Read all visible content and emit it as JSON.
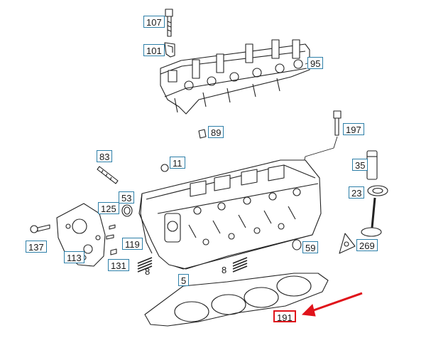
{
  "diagram": {
    "callouts": [
      {
        "id": "c107",
        "label": "107"
      },
      {
        "id": "c101",
        "label": "101"
      },
      {
        "id": "c95",
        "label": "95"
      },
      {
        "id": "c89",
        "label": "89"
      },
      {
        "id": "c197",
        "label": "197"
      },
      {
        "id": "c83",
        "label": "83"
      },
      {
        "id": "c11",
        "label": "11"
      },
      {
        "id": "c35",
        "label": "35"
      },
      {
        "id": "c53",
        "label": "53"
      },
      {
        "id": "c125",
        "label": "125"
      },
      {
        "id": "c23",
        "label": "23"
      },
      {
        "id": "c119",
        "label": "119"
      },
      {
        "id": "c59",
        "label": "59"
      },
      {
        "id": "c269",
        "label": "269"
      },
      {
        "id": "c137",
        "label": "137"
      },
      {
        "id": "c113",
        "label": "113"
      },
      {
        "id": "c131",
        "label": "131"
      },
      {
        "id": "c5",
        "label": "5"
      },
      {
        "id": "c191",
        "label": "191"
      }
    ],
    "plain_labels": [
      {
        "id": "p8a",
        "label": "8"
      },
      {
        "id": "p8b",
        "label": "8"
      }
    ],
    "highlight": {
      "target": "191",
      "color": "#e0131a"
    },
    "colors": {
      "callout_border": "#2d7fa8",
      "line": "#222222",
      "highlight": "#e0131a"
    }
  }
}
